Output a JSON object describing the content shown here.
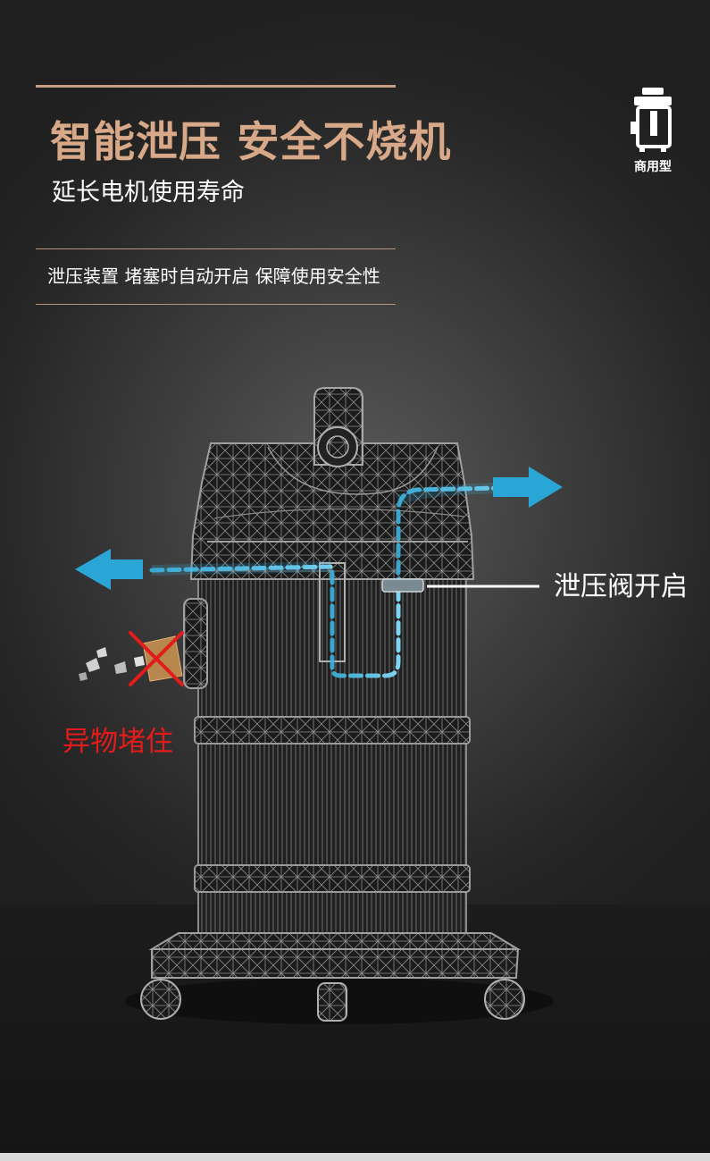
{
  "header": {
    "headline": "智能泄压 安全不烧机",
    "subline": "延长电机使用寿命",
    "feature": "泄压装置 堵塞时自动开启 保障使用安全性"
  },
  "badge": {
    "icon": "vacuum-cleaner-icon",
    "label": "商用型"
  },
  "callouts": {
    "valve_open": "泄压阀开启",
    "blocked": "异物堵住"
  },
  "colors": {
    "accent": "#d8a988",
    "airflow": "#3ab3e0",
    "warning": "#e21b1b",
    "text": "#ffffff"
  }
}
